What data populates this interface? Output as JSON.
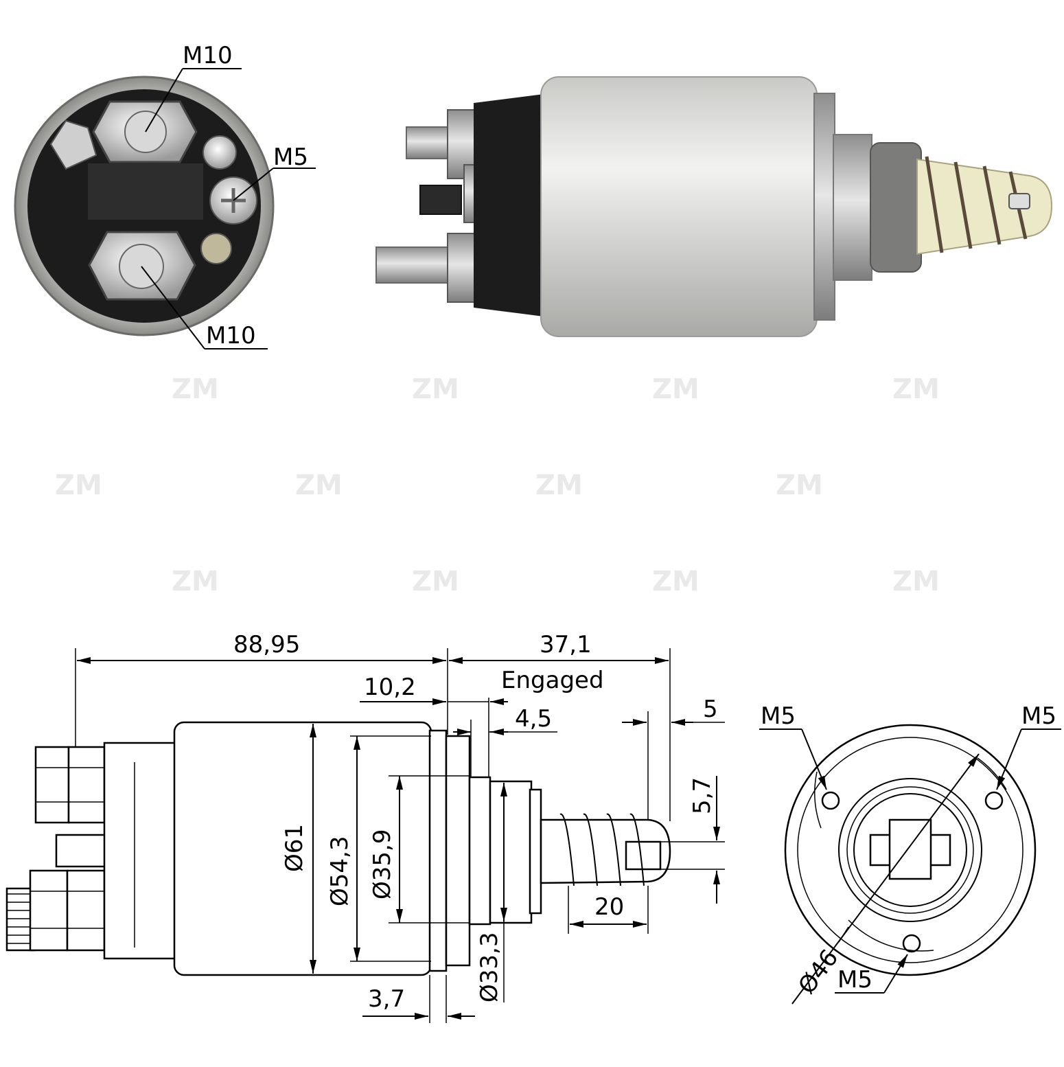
{
  "watermark": "ZM",
  "photo_labels": {
    "top_terminal": "M10",
    "small_terminal": "M5",
    "bottom_terminal": "M10"
  },
  "drawing_dims": {
    "overall_length": "88,95",
    "engaged_stroke": "37,1",
    "engaged_label": "Engaged",
    "flange_offset": "10,2",
    "step_width": "4,5",
    "plunger_gap": "5",
    "pin_height": "5,7",
    "spring_length": "20",
    "flange_thickness": "3,7",
    "dia_body": "Ø61",
    "dia_inner": "Ø54,3",
    "dia_nose": "Ø35,9",
    "dia_neck": "Ø33,3"
  },
  "end_view": {
    "hole_top_left": "M5",
    "hole_top_right": "M5",
    "hole_bottom": "M5",
    "bolt_circle": "Ø46"
  },
  "colors": {
    "line": "#000000",
    "housing": "#d9d9d6",
    "cap": "#1c1c1c",
    "steel": "#b8b8b8",
    "spring_guide": "#ece9c8"
  }
}
